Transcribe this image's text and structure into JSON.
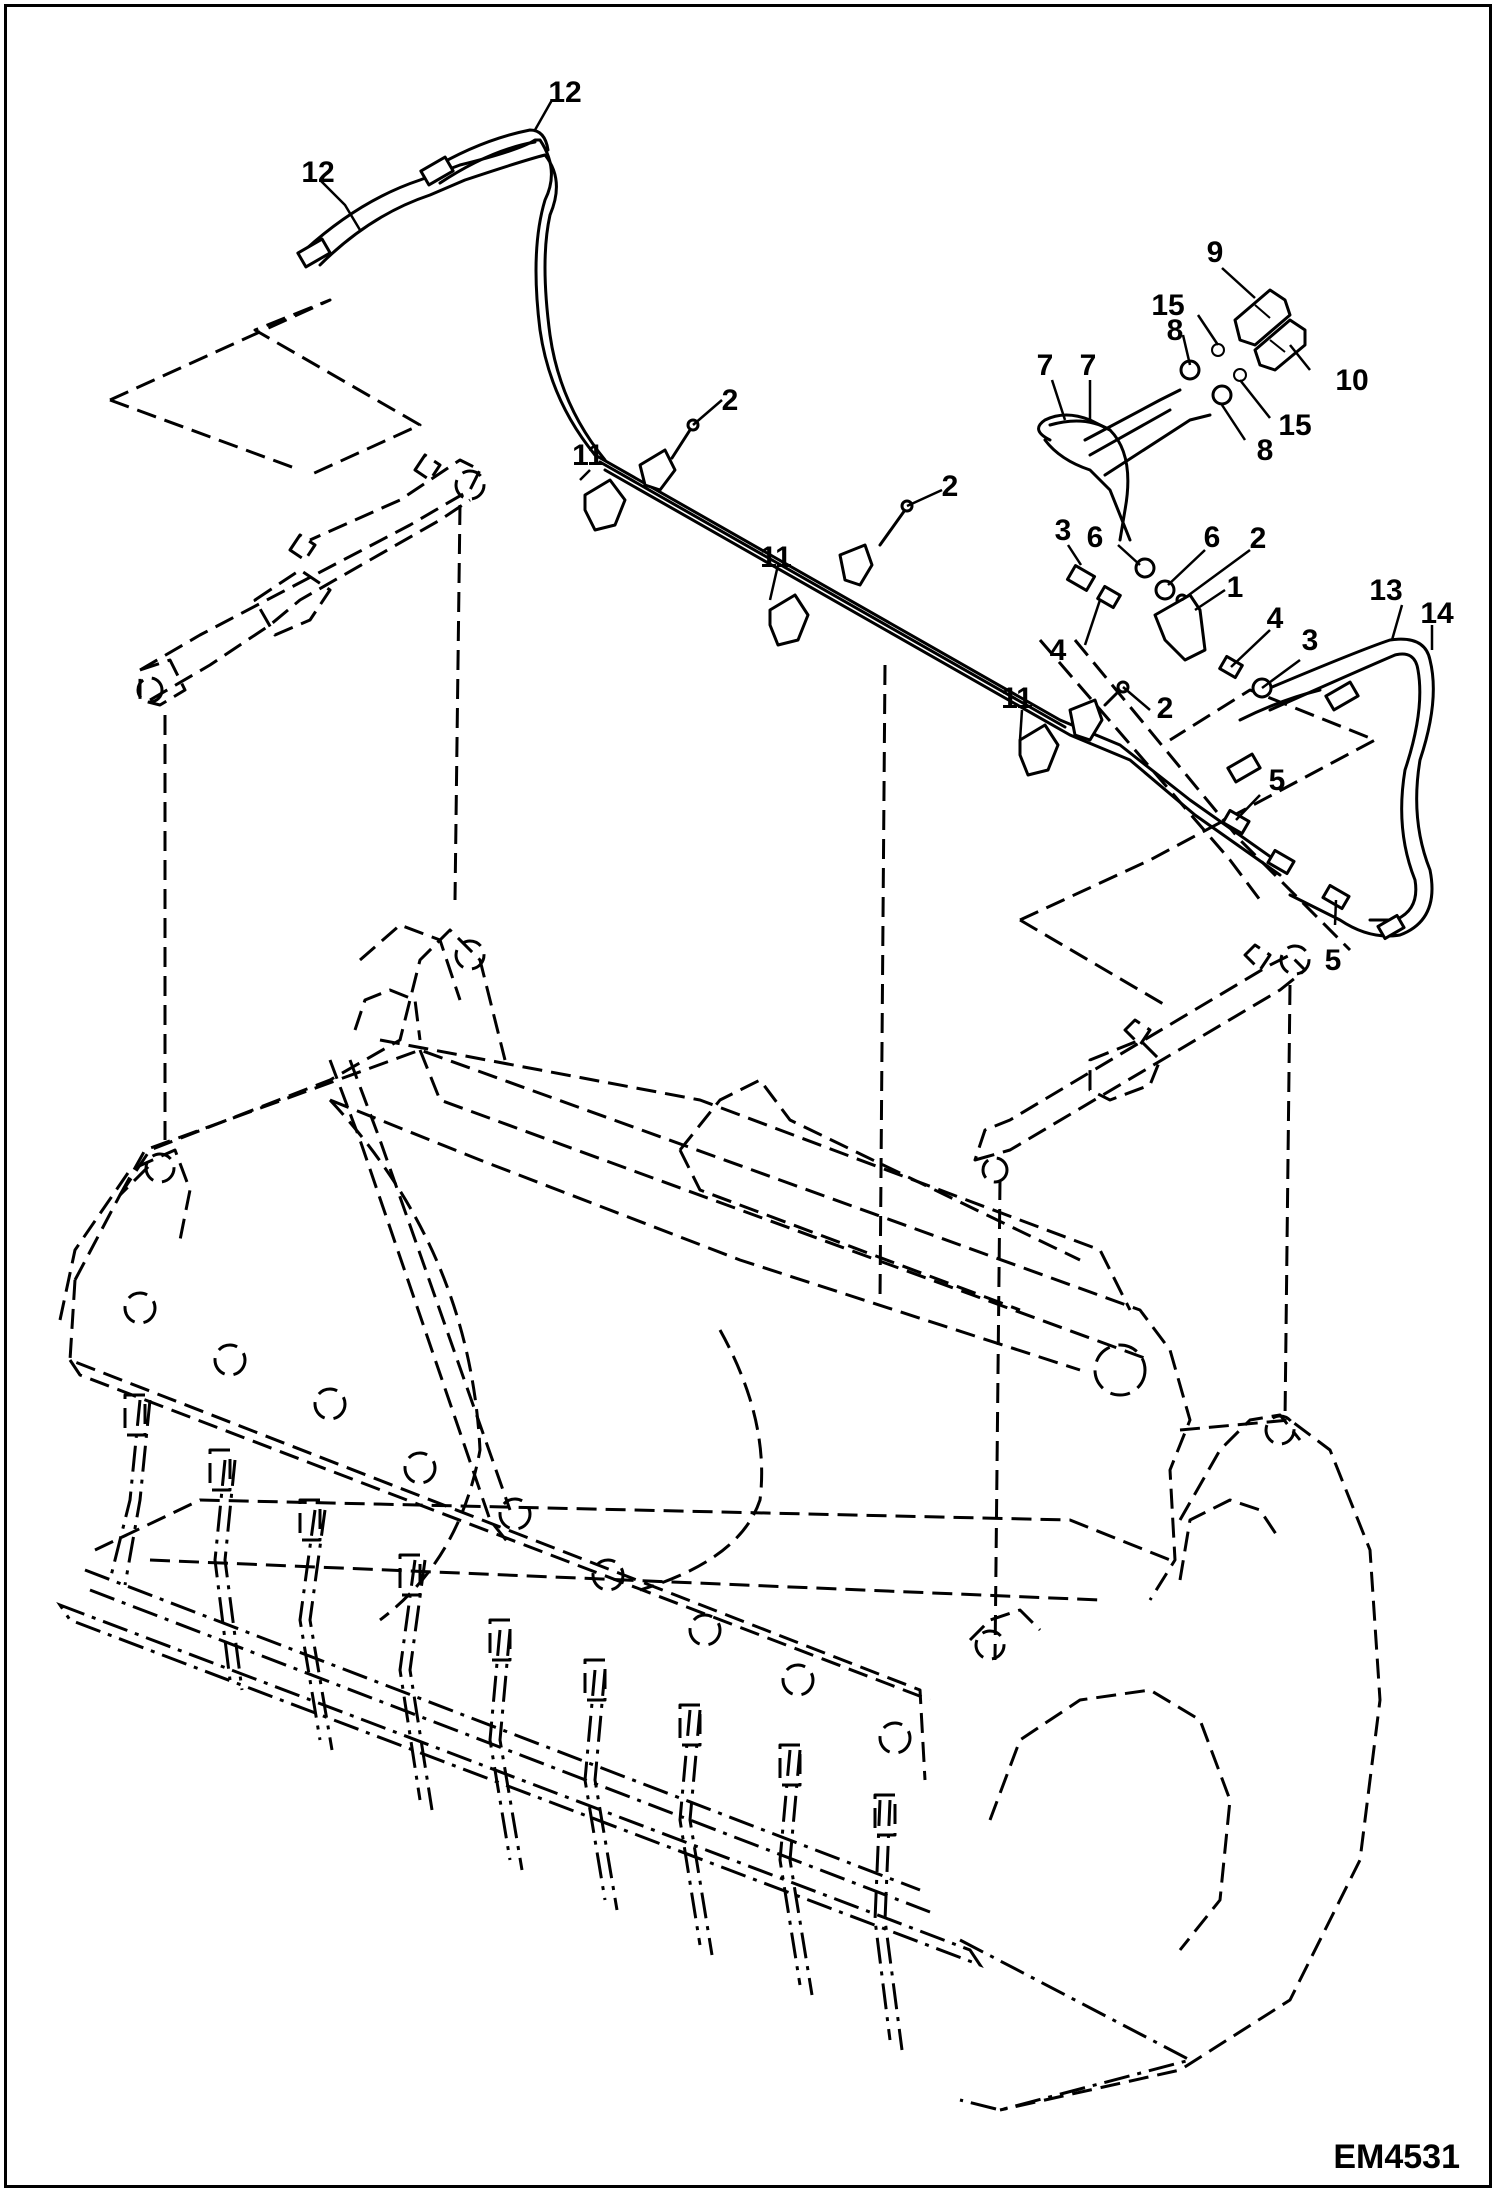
{
  "diagram_code": "EM4531",
  "callouts": {
    "c1": "1",
    "c2a": "2",
    "c2b": "2",
    "c2c": "2",
    "c2d": "2",
    "c3a": "3",
    "c3b": "3",
    "c4a": "4",
    "c4b": "4",
    "c5a": "5",
    "c5b": "5",
    "c6a": "6",
    "c6b": "6",
    "c7a": "7",
    "c7b": "7",
    "c8a": "8",
    "c8b": "8",
    "c9": "9",
    "c10": "10",
    "c11a": "11",
    "c11b": "11",
    "c11c": "11",
    "c12a": "12",
    "c12b": "12",
    "c13": "13",
    "c14": "14",
    "c15a": "15",
    "c15b": "15"
  }
}
